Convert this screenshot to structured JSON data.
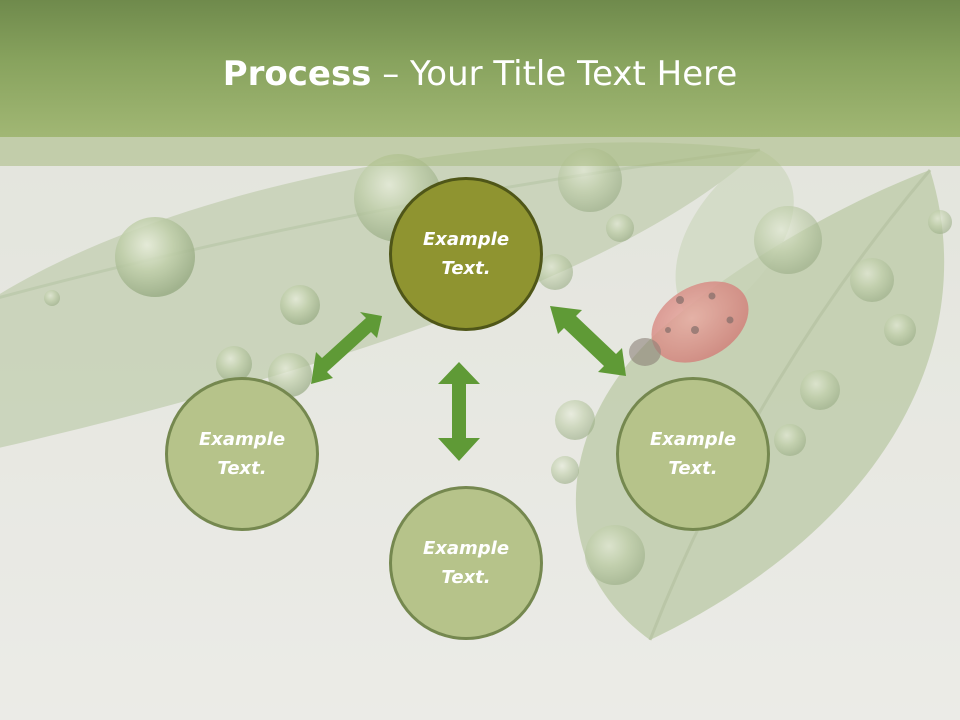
{
  "slide": {
    "title_bold": "Process",
    "title_rest": " – Your Title Text Here"
  },
  "nodes": {
    "center": {
      "line1": "Example",
      "line2": "Text."
    },
    "left": {
      "line1": "Example",
      "line2": "Text."
    },
    "bottom": {
      "line1": "Example",
      "line2": "Text."
    },
    "right": {
      "line1": "Example",
      "line2": "Text."
    }
  },
  "colors": {
    "header": "#88a35e",
    "center_node": "#8f9430",
    "outer_node": "#b6c38a",
    "arrow": "#5f9a36"
  },
  "icons": [
    "double-arrow-icon"
  ]
}
